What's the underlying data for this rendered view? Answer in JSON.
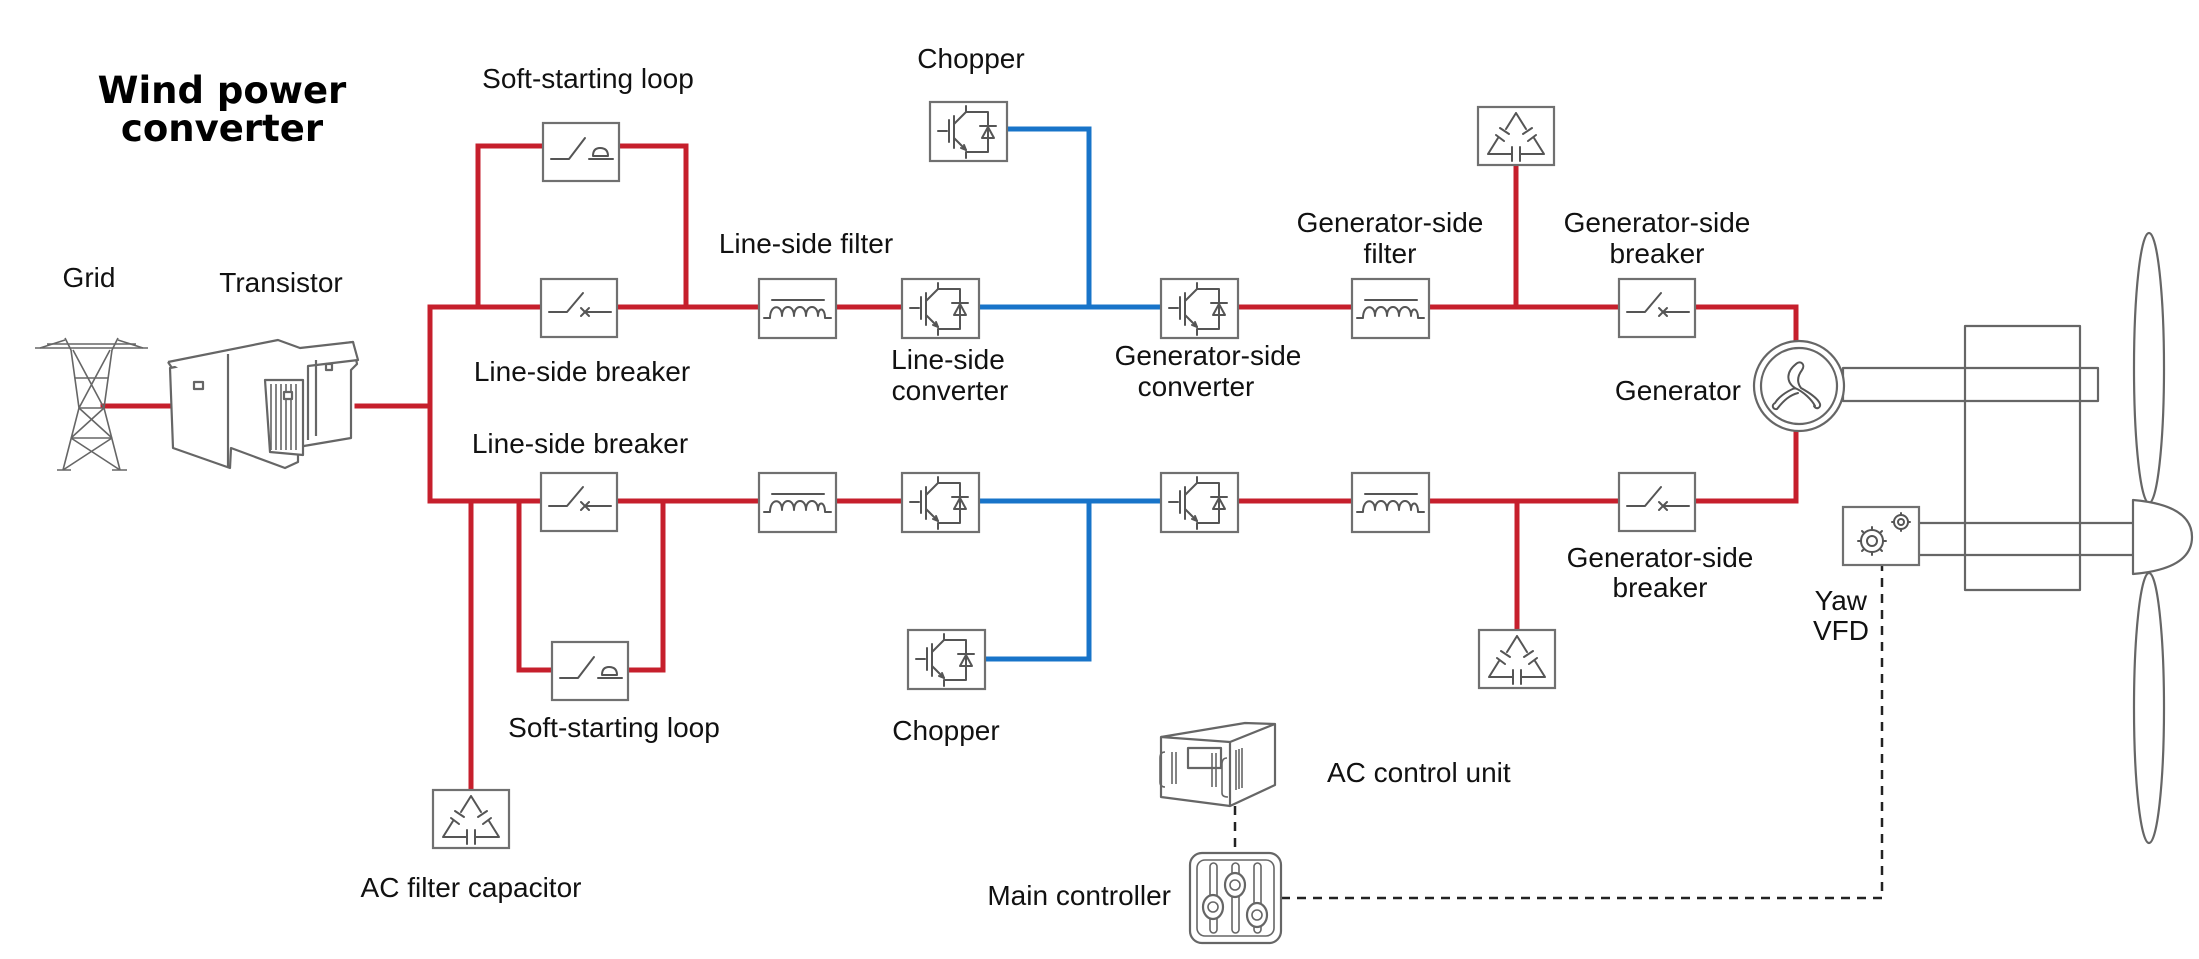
{
  "title": {
    "line1": "Wind power",
    "line2": "converter"
  },
  "colors": {
    "ac_power": "#c61f2c",
    "dc_link": "#1874c9",
    "control_signal": "#222222",
    "symbol_outline": "#707070"
  },
  "labels": {
    "grid": "Grid",
    "transistor": "Transistor",
    "soft_starting_loop_top": "Soft-starting loop",
    "line_side_breaker_top": "Line-side breaker",
    "line_side_breaker_bottom": "Line-side breaker",
    "soft_starting_loop_bottom": "Soft-starting loop",
    "ac_filter_capacitor": "AC filter capacitor",
    "line_side_filter": "Line-side filter",
    "chopper_top": "Chopper",
    "chopper_bottom": "Chopper",
    "line_side_converter_1": "Line-side",
    "line_side_converter_2": "converter",
    "generator_side_converter_1": "Generator-side",
    "generator_side_converter_2": "converter",
    "generator_side_filter_1": "Generator-side",
    "generator_side_filter_2": "filter",
    "generator_side_breaker_top_1": "Generator-side",
    "generator_side_breaker_top_2": "breaker",
    "generator_side_breaker_bottom_1": "Generator-side",
    "generator_side_breaker_bottom_2": "breaker",
    "generator": "Generator",
    "yaw_vfd_1": "Yaw",
    "yaw_vfd_2": "VFD",
    "ac_control_unit": "AC control unit",
    "main_controller": "Main controller"
  },
  "icons": {
    "grid": "transmission-tower-icon",
    "transistor": "substation-transformer-icon",
    "breaker": "circuit-breaker-icon",
    "soft_start": "soft-start-switch-icon",
    "filter": "inductor-icon",
    "converter": "igbt-diode-icon",
    "chopper": "igbt-diode-icon",
    "capacitor": "delta-capacitor-icon",
    "generator": "generator-icon",
    "yaw_vfd": "gears-icon",
    "ac_control_unit": "rack-unit-icon",
    "main_controller": "sliders-icon",
    "turbine": "wind-turbine-rotor-icon"
  }
}
